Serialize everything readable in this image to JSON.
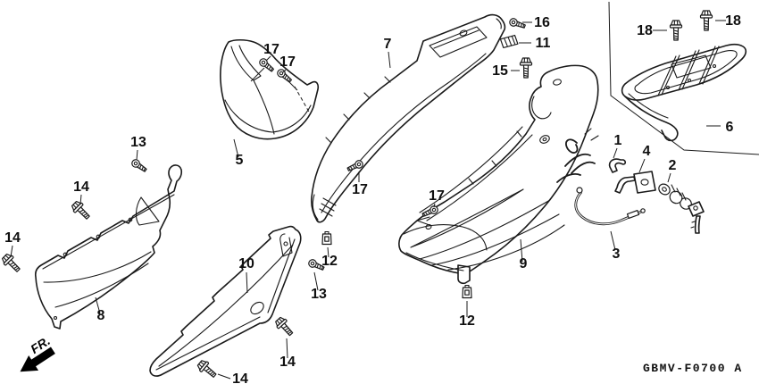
{
  "diagram": {
    "code": "GBMV-F0700 A",
    "direction_indicator": "FR.",
    "callouts": {
      "n1": "1",
      "n2": "2",
      "n3": "3",
      "n4": "4",
      "n5": "5",
      "n6": "6",
      "n7": "7",
      "n8": "8",
      "n9": "9",
      "n10": "10",
      "n11": "11",
      "n12": "12",
      "n13": "13",
      "n14": "14",
      "n15": "15",
      "n16": "16",
      "n17": "17",
      "n18": "18"
    }
  }
}
